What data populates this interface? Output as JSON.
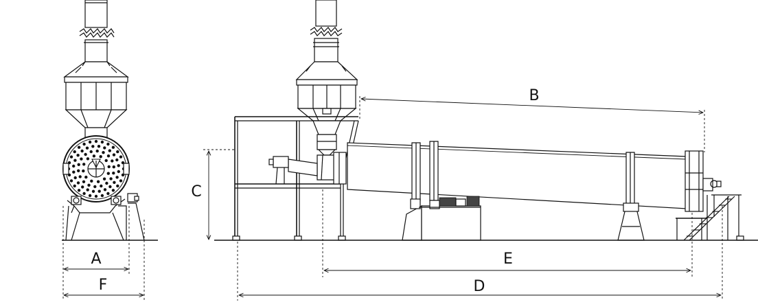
{
  "drawing": {
    "subject": "rotary-dryer-with-cyclone-and-hopper",
    "dimension_labels": {
      "A": "A",
      "B": "B",
      "C": "C",
      "D": "D",
      "E": "E",
      "F": "F"
    },
    "line_color": "#111111",
    "background": "#ffffff"
  }
}
